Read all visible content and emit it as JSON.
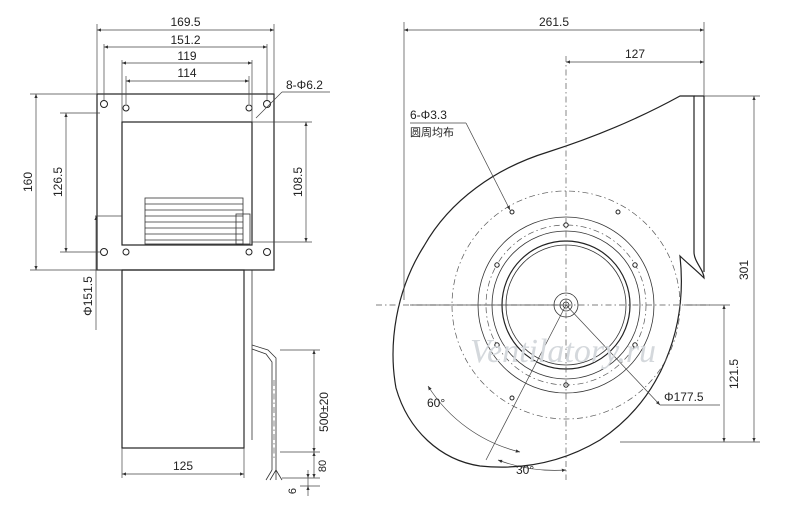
{
  "front_view": {
    "dims": {
      "overall_width": "169.5",
      "flange_hole_span": "151.2",
      "inner_width": "119",
      "outlet_width": "114",
      "flange_holes": "8-Φ6.2",
      "overall_height": "160",
      "hole_height": "126.5",
      "outlet_height": "108.5",
      "diameter": "Φ151.5",
      "body_width": "125",
      "lead_length": "500±20",
      "strip_length": "80",
      "tin_length": "6"
    }
  },
  "side_view": {
    "dims": {
      "overall_width": "261.5",
      "outlet_offset": "127",
      "mount_holes": "6-Φ3.3",
      "mount_holes_note": "圆周均布",
      "overall_height": "301",
      "center_height": "121.5",
      "bolt_circle": "Φ177.5",
      "angle_60": "60°",
      "angle_30": "30°"
    }
  },
  "watermark": "Ventilatory.ru"
}
